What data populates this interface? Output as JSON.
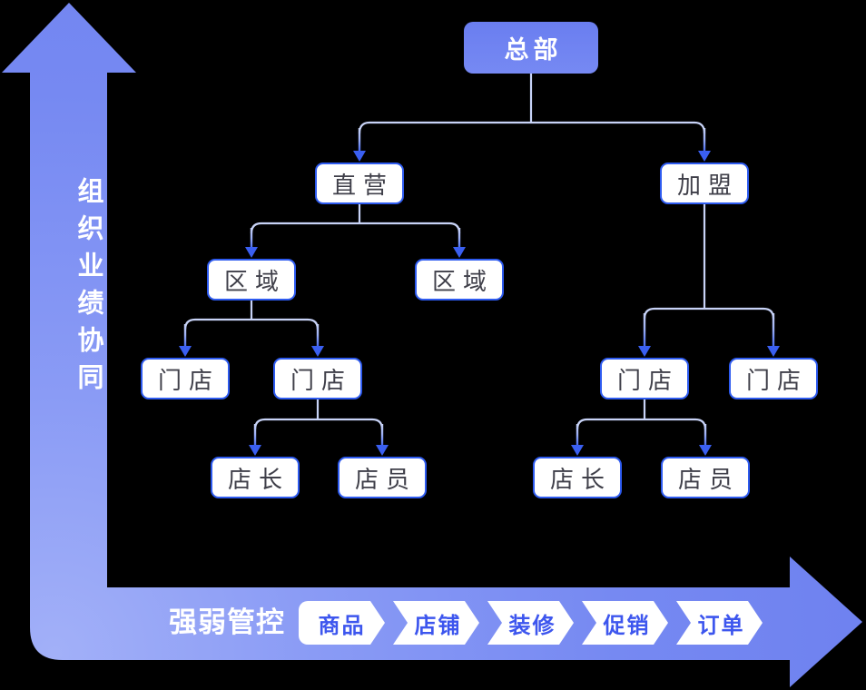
{
  "diagram": {
    "vertical_axis_label": "组织业绩协同",
    "horizontal_axis_label": "强弱管控",
    "flow_steps": [
      "商品",
      "店铺",
      "装修",
      "促销",
      "订单"
    ],
    "org": {
      "nodes": [
        {
          "id": "headquarters",
          "label": "总部"
        },
        {
          "id": "direct-operation",
          "label": "直营"
        },
        {
          "id": "franchise",
          "label": "加盟"
        },
        {
          "id": "region-1",
          "label": "区域"
        },
        {
          "id": "region-2",
          "label": "区域"
        },
        {
          "id": "store-1",
          "label": "门店"
        },
        {
          "id": "store-2",
          "label": "门店"
        },
        {
          "id": "store-3",
          "label": "门店"
        },
        {
          "id": "store-4",
          "label": "门店"
        },
        {
          "id": "manager-1",
          "label": "店长"
        },
        {
          "id": "clerk-1",
          "label": "店员"
        },
        {
          "id": "manager-2",
          "label": "店长"
        },
        {
          "id": "clerk-2",
          "label": "店员"
        }
      ]
    }
  },
  "colors": {
    "background": "#000000",
    "axis_arrow_light": "#9FAEF8",
    "axis_arrow_dark": "#6D80EF",
    "node_border": "#2E5BF0",
    "root_node_fill": "#6C80F1",
    "connector_light": "#C8D3F7",
    "connector_arrow": "#3A5FF1",
    "step_text": "#3D56EE",
    "node_text": "#3F3F49"
  }
}
